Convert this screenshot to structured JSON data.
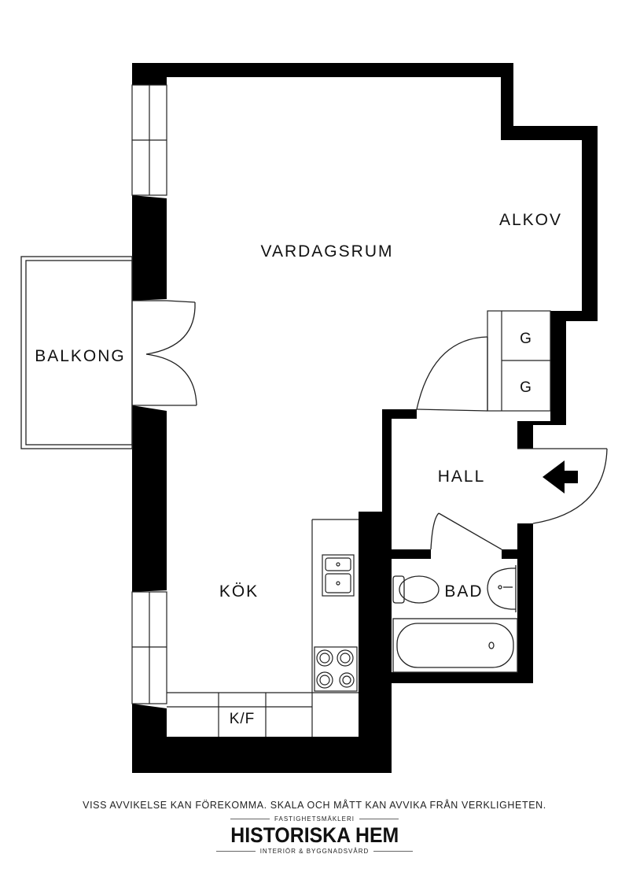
{
  "rooms": {
    "vardagsrum": "VARDAGSRUM",
    "alkov": "ALKOV",
    "balkong": "BALKONG",
    "hall": "HALL",
    "kok": "KÖK",
    "bad": "BAD",
    "closet_1": "G",
    "closet_2": "G",
    "appliance": "K/F"
  },
  "footer": {
    "disclaimer": "VISS AVVIKELSE KAN FÖREKOMMA. SKALA OCH MÅTT KAN AVVIKA FRÅN VERKLIGHETEN.",
    "brand_top": "FASTIGHETSMÄKLERI",
    "brand_name": "HISTORISKA HEM",
    "brand_bottom": "INTERIÖR & BYGGNADSVÅRD"
  }
}
